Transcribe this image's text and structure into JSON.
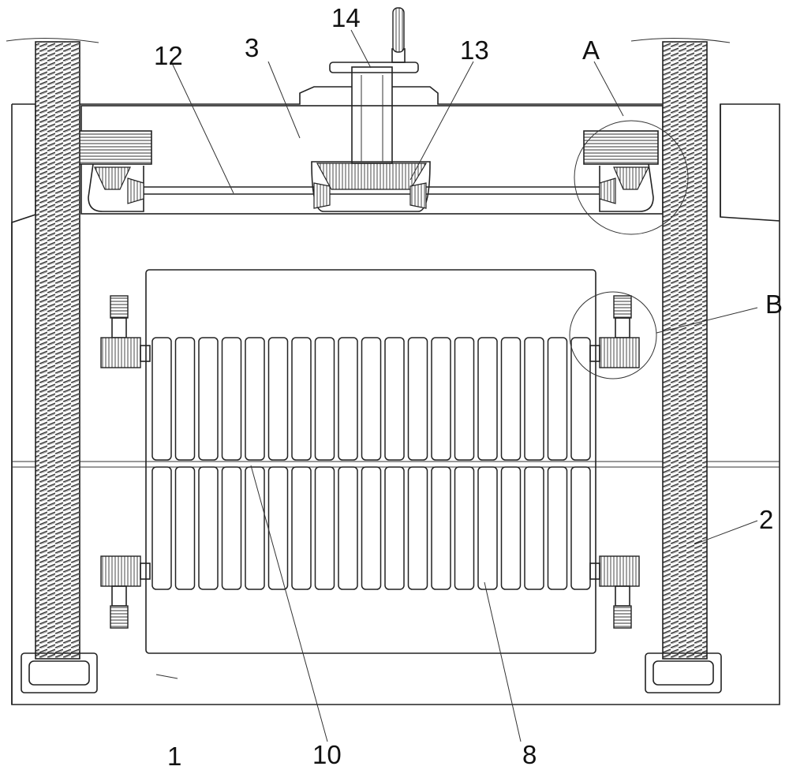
{
  "labels": {
    "l1": "1",
    "l2": "2",
    "l3": "3",
    "l8": "8",
    "l10": "10",
    "l12": "12",
    "l13": "13",
    "l14": "14",
    "lA": "A",
    "lB": "B"
  },
  "rollers": {
    "count": 19
  },
  "colors": {
    "line": "#222222",
    "background": "#ffffff"
  }
}
